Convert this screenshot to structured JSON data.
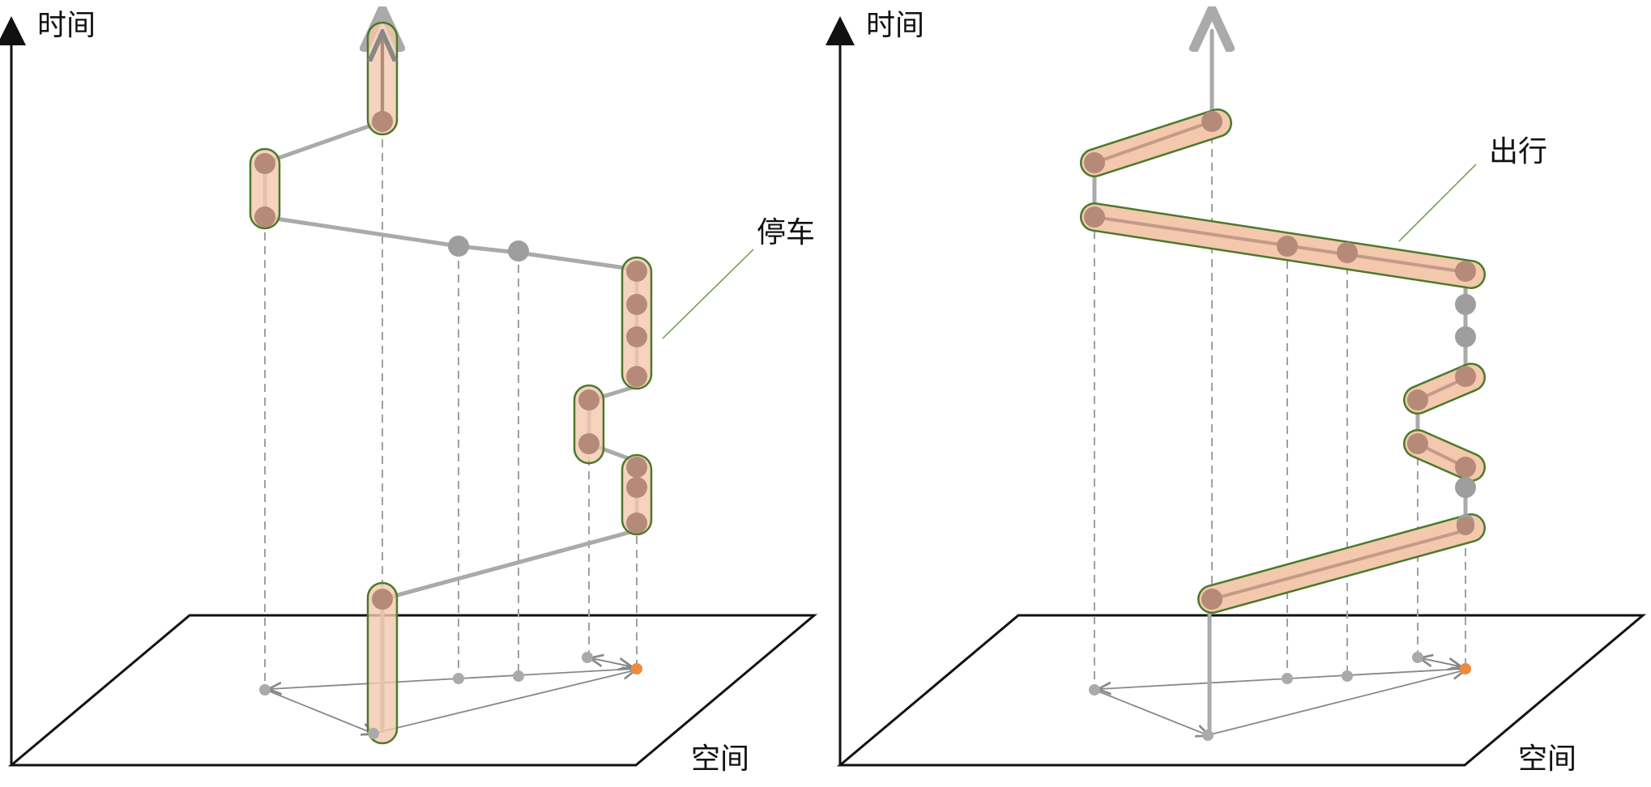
{
  "left_panel": {
    "time_axis_label": "时间",
    "space_axis_label": "空间",
    "annotation": "停车"
  },
  "right_panel": {
    "time_axis_label": "时间",
    "space_axis_label": "空间",
    "annotation": "出行"
  },
  "colors": {
    "axis": "#111111",
    "trajectory": "#aaaaaa",
    "point": "#9e9e9e",
    "highlight_fill": "#f3c8ad",
    "highlight_stroke": "#4a7a2a",
    "point_in_highlight": "#b58a78",
    "dashed": "#a0a0a0",
    "home_point": "#ee8a3a",
    "annotation_line": "#6a9a4a"
  }
}
